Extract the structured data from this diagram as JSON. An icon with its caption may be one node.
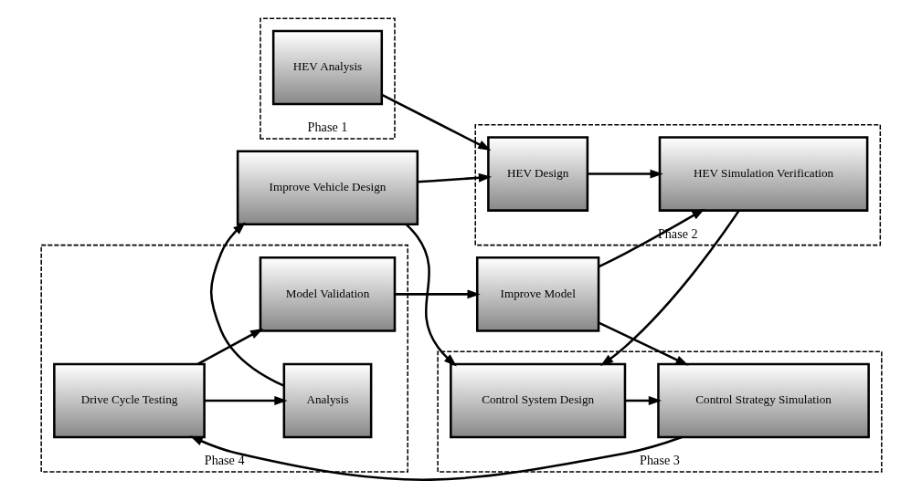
{
  "diagram": {
    "nodes": [
      {
        "text": [
          "Phase 1"
        ]
      },
      {
        "text": [
          "HEV Analysis"
        ],
        "in": 0
      },
      {
        "text": [
          "Phase 2"
        ]
      },
      {
        "text": [
          "HEV Design"
        ],
        "in": 2
      },
      {
        "text": [
          "HEV Simulation Verification"
        ],
        "in": 2
      },
      {
        "text": [
          "Improve Vehicle Design"
        ]
      },
      {
        "text": [
          "Phase 3"
        ]
      },
      {
        "text": [
          "Control System Design"
        ],
        "in": 6
      },
      {
        "text": [
          "Control Strategy Simulation"
        ],
        "in": 6
      },
      {
        "text": [
          "Phase 4"
        ]
      },
      {
        "text": [
          "Analysis"
        ],
        "in": 9
      },
      {
        "text": [
          "Drive Cycle Testing"
        ],
        "in": 9
      },
      {
        "text": [
          "Model Validation"
        ],
        "in": 9
      },
      {
        "text": [
          "Improve Model"
        ]
      }
    ],
    "edges": [
      {
        "from": 1,
        "to": 3,
        "arrow": "to"
      },
      {
        "from": 3,
        "to": 4,
        "arrow": "to"
      },
      {
        "from": 4,
        "to": 7,
        "arrow": "to"
      },
      {
        "from": 7,
        "to": 8,
        "arrow": "to"
      },
      {
        "from": 8,
        "to": 11,
        "arrow": "to"
      },
      {
        "from": 11,
        "to": 10,
        "arrow": "to"
      },
      {
        "from": 11,
        "to": 12,
        "arrow": "to"
      },
      {
        "from": 10,
        "to": 5,
        "arrow": "to"
      },
      {
        "from": 5,
        "to": 3,
        "arrow": "to"
      },
      {
        "from": 5,
        "to": 7,
        "arrow": "to"
      },
      {
        "from": 12,
        "to": 13,
        "arrow": "to"
      },
      {
        "from": 13,
        "to": 4,
        "arrow": "to"
      },
      {
        "from": 13,
        "to": 8,
        "arrow": "to"
      }
    ]
  }
}
